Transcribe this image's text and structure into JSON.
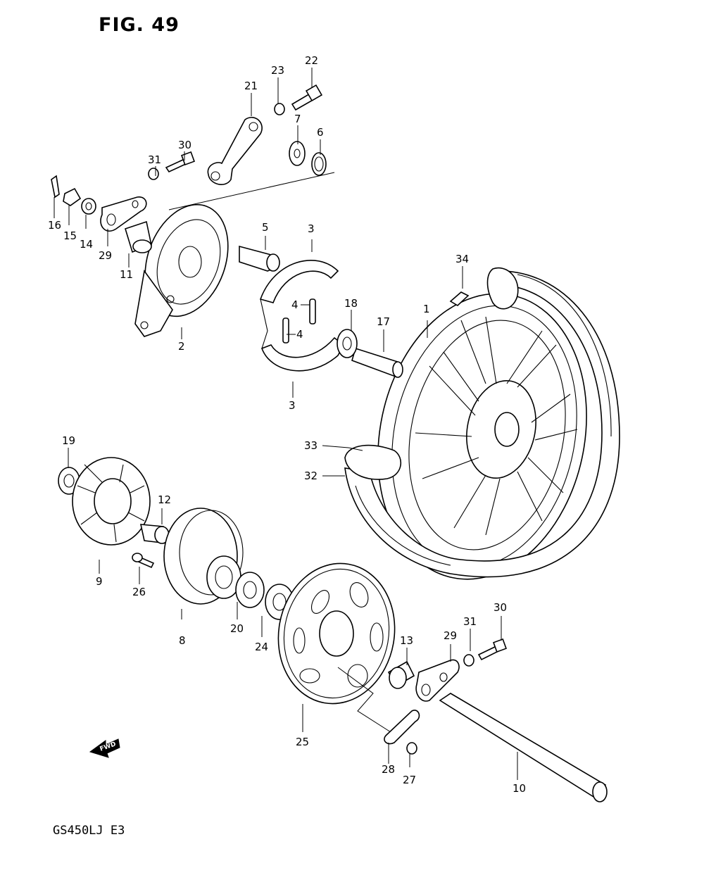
{
  "figure": {
    "title": "FIG. 49",
    "model_code": "GS450LJ E3"
  },
  "fwd_label": "FWD",
  "callouts": [
    {
      "id": "c1",
      "label": "1"
    },
    {
      "id": "c2",
      "label": "2"
    },
    {
      "id": "c3a",
      "label": "3"
    },
    {
      "id": "c3b",
      "label": "3"
    },
    {
      "id": "c4a",
      "label": "4"
    },
    {
      "id": "c4b",
      "label": "4"
    },
    {
      "id": "c5",
      "label": "5"
    },
    {
      "id": "c6",
      "label": "6"
    },
    {
      "id": "c7",
      "label": "7"
    },
    {
      "id": "c8",
      "label": "8"
    },
    {
      "id": "c9",
      "label": "9"
    },
    {
      "id": "c10",
      "label": "10"
    },
    {
      "id": "c11",
      "label": "11"
    },
    {
      "id": "c12",
      "label": "12"
    },
    {
      "id": "c13",
      "label": "13"
    },
    {
      "id": "c14",
      "label": "14"
    },
    {
      "id": "c15",
      "label": "15"
    },
    {
      "id": "c16",
      "label": "16"
    },
    {
      "id": "c17",
      "label": "17"
    },
    {
      "id": "c18",
      "label": "18"
    },
    {
      "id": "c19",
      "label": "19"
    },
    {
      "id": "c20",
      "label": "20"
    },
    {
      "id": "c21",
      "label": "21"
    },
    {
      "id": "c22",
      "label": "22"
    },
    {
      "id": "c23",
      "label": "23"
    },
    {
      "id": "c24",
      "label": "24"
    },
    {
      "id": "c25",
      "label": "25"
    },
    {
      "id": "c26",
      "label": "26"
    },
    {
      "id": "c27",
      "label": "27"
    },
    {
      "id": "c28",
      "label": "28"
    },
    {
      "id": "c29a",
      "label": "29"
    },
    {
      "id": "c29b",
      "label": "29"
    },
    {
      "id": "c30a",
      "label": "30"
    },
    {
      "id": "c30b",
      "label": "30"
    },
    {
      "id": "c31a",
      "label": "31"
    },
    {
      "id": "c31b",
      "label": "31"
    },
    {
      "id": "c32",
      "label": "32"
    },
    {
      "id": "c33",
      "label": "33"
    },
    {
      "id": "c34",
      "label": "34"
    }
  ]
}
